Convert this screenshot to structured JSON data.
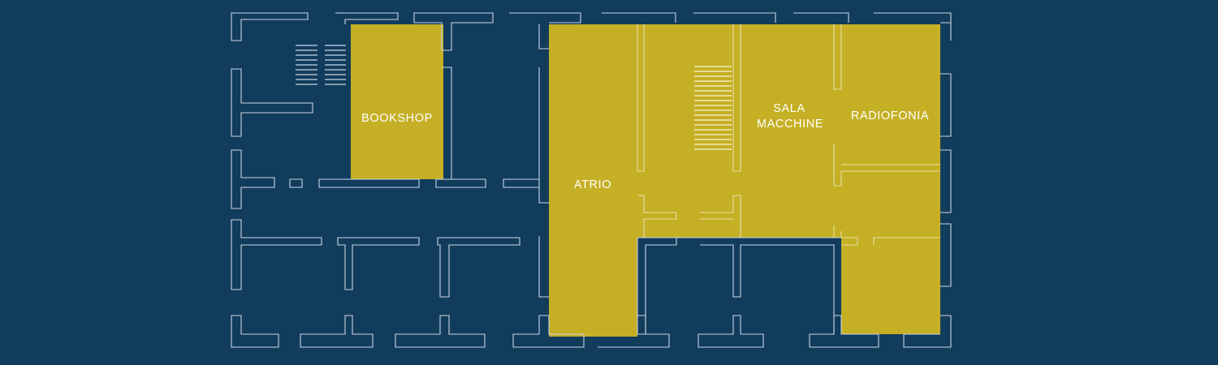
{
  "colors": {
    "background": "#123c5c",
    "highlighted_room": "#c5af24",
    "wall_outline": "#c9d6e2"
  },
  "rooms": {
    "bookshop": "BOOKSHOP",
    "atrio": "ATRIO",
    "sala_macchine_line1": "SALA",
    "sala_macchine_line2": "MACCHINE",
    "radiofonia": "RADIOFONIA"
  }
}
